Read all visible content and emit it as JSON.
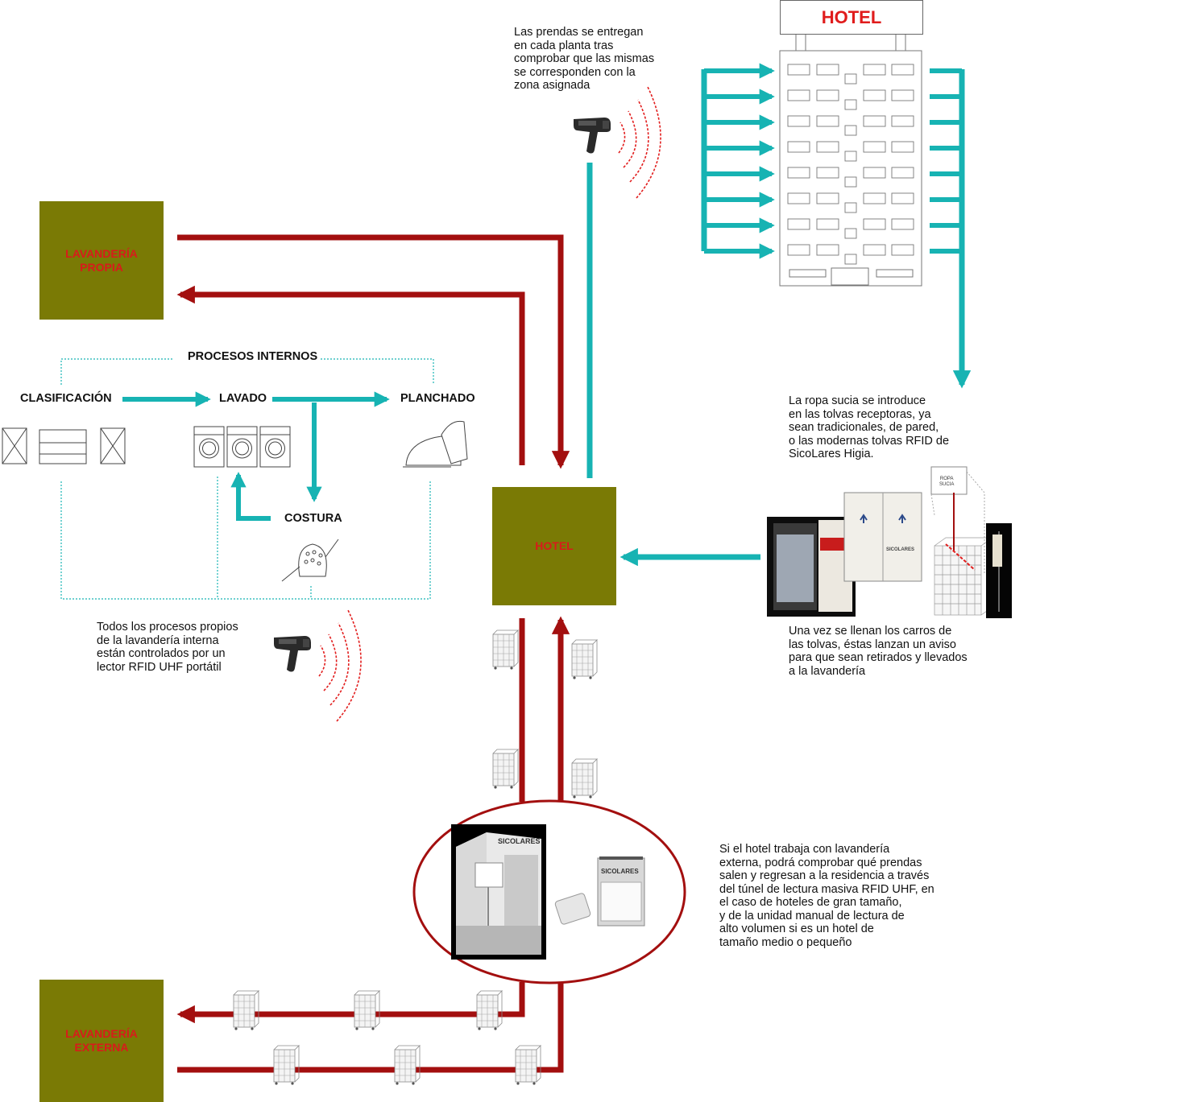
{
  "boxes": {
    "own_laundry": "LAVANDERÍA\nPROPIA",
    "hotel": "HOTEL",
    "external_laundry": "LAVANDERÍA\nEXTERNA"
  },
  "hotel_sign": "HOTEL",
  "internal_processes": {
    "title": "PROCESOS INTERNOS",
    "steps": {
      "sorting": "CLASIFICACIÓN",
      "washing": "LAVADO",
      "ironing": "PLANCHADO",
      "sewing": "COSTURA"
    }
  },
  "notes": {
    "delivery": "Las prendas se entregan\nen cada planta tras\ncomprobar que las mismas\nse corresponden con la\nzona asignada",
    "dirty_clothes": "La ropa sucia se introduce\nen las tolvas receptoras, ya\nsean tradicionales, de pared,\no las modernas tolvas RFID de\nSicoLares Higia.",
    "carts_full": "Una vez se llenan los carros de\nlas tolvas, éstas lanzan un aviso\npara que sean retirados y llevados\na la lavandería",
    "internal_rfid": "Todos los procesos propios\nde la lavandería interna\nestán controlados por un\nlector RFID UHF portátil",
    "external_laundry": "Si el hotel trabaja con lavandería\nexterna, podrá comprobar qué prendas\nsalen y regresan a la residencia a través\ndel túnel de lectura masiva RFID UHF, en\nel caso de hoteles de gran tamaño,\ny de la unidad  manual de lectura de\nalto volumen si es un hotel de\ntamaño medio o pequeño"
  },
  "brand_labels": {
    "tunnel": "SICOLARES",
    "reader": "SICOLARES",
    "hopper": "SICOLARES",
    "dirty_sign": "ROPA\nSUCIA"
  },
  "colors": {
    "red_flow": "#a30f0f",
    "teal_flow": "#17b3b3",
    "box_olive": "#7a7a05",
    "box_text": "#d81b1b"
  }
}
